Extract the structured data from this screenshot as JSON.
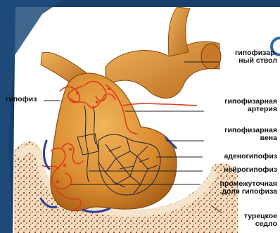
{
  "labels": {
    "hypophysis": "гипофиз",
    "stalk": [
      "гипофизар-",
      "ный ствол"
    ],
    "artery": [
      "гипофизарная",
      "артерия"
    ],
    "vein": [
      "гипофизарная",
      "вена"
    ],
    "adenohypophysis": "аденогипофиз",
    "neurohypophysis": "нейрогипофиз",
    "intermediate": [
      "промежуточная",
      "доля гипофиза"
    ],
    "sella": [
      "турецкое",
      "седло"
    ]
  },
  "colors": {
    "gland": "#d98b2e",
    "gland_dark": "#a85f18",
    "artery": "#e03a1e",
    "vein": "#2a3f9a",
    "bone": "#f3dcc0",
    "frame": "#173f6b"
  }
}
